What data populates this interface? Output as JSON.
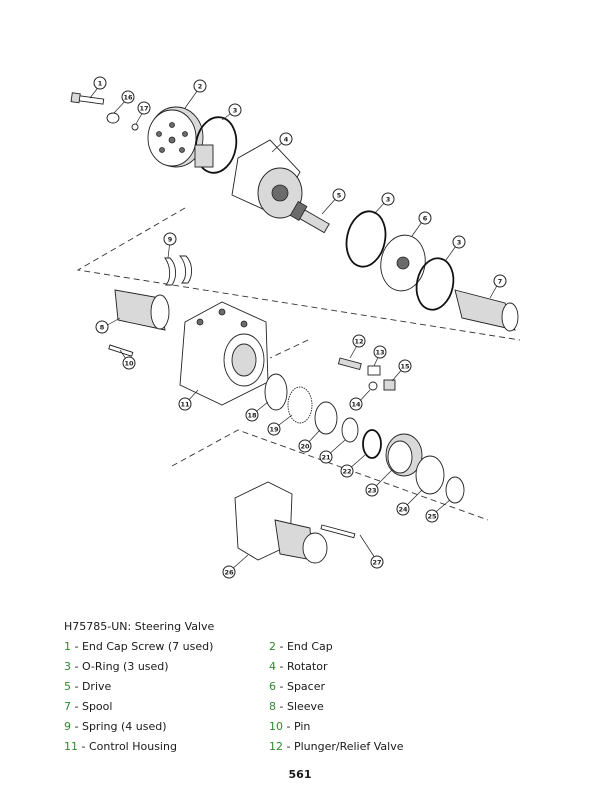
{
  "caption": "H75785-UN: Steering Valve",
  "legend": [
    {
      "num": "1",
      "label": " - End Cap Screw (7 used)"
    },
    {
      "num": "2",
      "label": " - End Cap"
    },
    {
      "num": "3",
      "label": " - O-Ring (3 used)"
    },
    {
      "num": "4",
      "label": " - Rotator"
    },
    {
      "num": "5",
      "label": " - Drive"
    },
    {
      "num": "6",
      "label": " - Spacer"
    },
    {
      "num": "7",
      "label": " - Spool"
    },
    {
      "num": "8",
      "label": " - Sleeve"
    },
    {
      "num": "9",
      "label": " - Spring (4 used)"
    },
    {
      "num": "10",
      "label": " - Pin"
    },
    {
      "num": "11",
      "label": " - Control Housing"
    },
    {
      "num": "12",
      "label": " - Plunger/Relief Valve"
    }
  ],
  "page_number": "561",
  "callouts": [
    "1",
    "16",
    "17",
    "2",
    "3",
    "4",
    "5",
    "3",
    "6",
    "3",
    "9",
    "7",
    "8",
    "10",
    "12",
    "13",
    "15",
    "11",
    "14",
    "18",
    "19",
    "20",
    "21",
    "22",
    "23",
    "24",
    "25",
    "26",
    "27"
  ]
}
